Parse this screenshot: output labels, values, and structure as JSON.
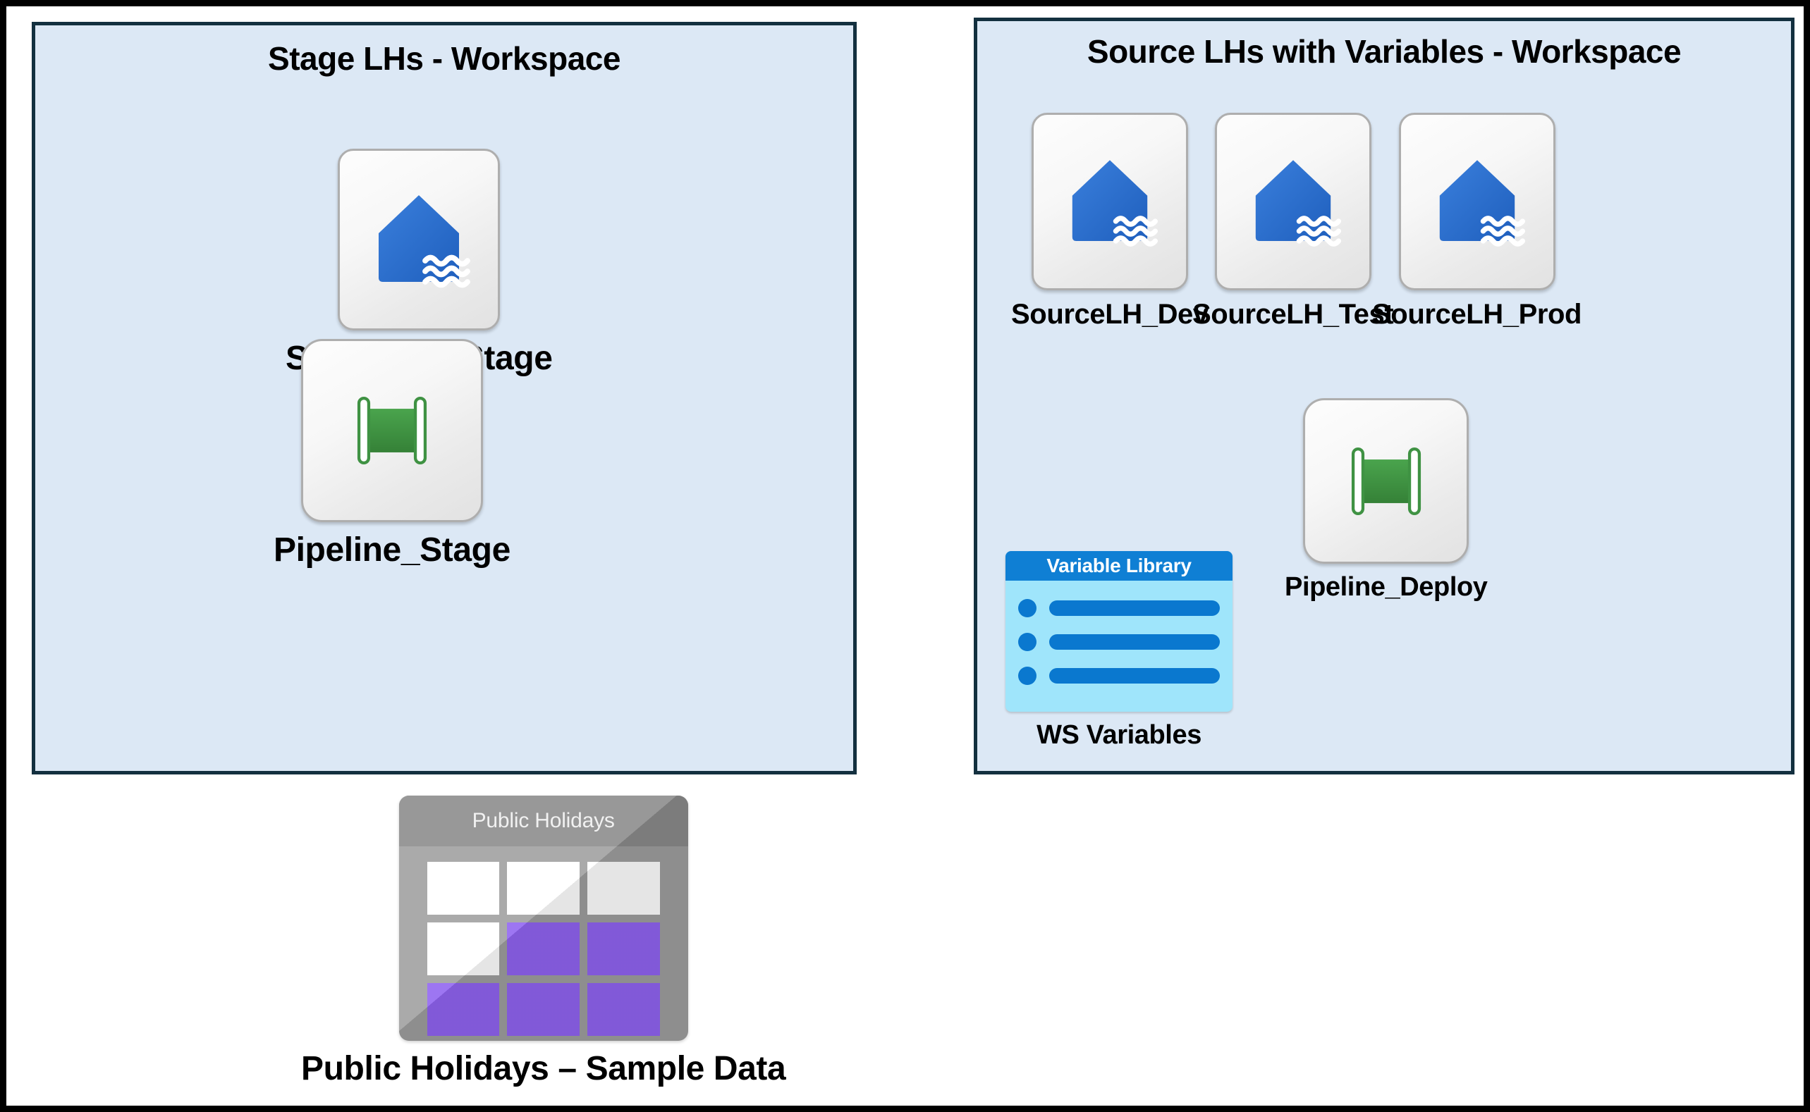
{
  "diagram": {
    "background": "#ffffff",
    "frame_color": "#000000",
    "panel_fill": "#dce8f5",
    "panel_border": "#13303f",
    "accent_lakehouse": "#2a6fd0",
    "accent_pipeline": "#3f9243",
    "accent_variable": "#0f7fd4",
    "accent_table_cell": "#9063f0"
  },
  "panels": [
    {
      "id": "stage",
      "title": "Stage LHs - Workspace",
      "items": [
        {
          "id": "sourcelh-stage",
          "label": "SourceLH_Stage",
          "icon": "lakehouse-icon"
        },
        {
          "id": "pipeline-stage",
          "label": "Pipeline_Stage",
          "icon": "pipeline-icon"
        }
      ]
    },
    {
      "id": "source",
      "title": "Source LHs with Variables - Workspace",
      "items": [
        {
          "id": "sourcelh-dev",
          "label": "SourceLH_Dev",
          "icon": "lakehouse-icon"
        },
        {
          "id": "sourcelh-test",
          "label": "SourceLH_Test",
          "icon": "lakehouse-icon"
        },
        {
          "id": "sourcelh-prod",
          "label": "SourceLH_Prod",
          "icon": "lakehouse-icon"
        },
        {
          "id": "pipeline-deploy",
          "label": "Pipeline_Deploy",
          "icon": "pipeline-icon"
        },
        {
          "id": "ws-variables",
          "label": "WS Variables",
          "icon": "variable-library-icon",
          "card_title": "Variable Library",
          "rows": 3
        }
      ]
    }
  ],
  "standalone": [
    {
      "id": "public-holidays",
      "label": "Public Holidays – Sample Data",
      "icon": "table-icon",
      "card_title": "Public Holidays",
      "grid": [
        [
          "white",
          "white",
          "white"
        ],
        [
          "white",
          "purple",
          "purple"
        ],
        [
          "purple",
          "purple",
          "purple"
        ]
      ]
    }
  ]
}
